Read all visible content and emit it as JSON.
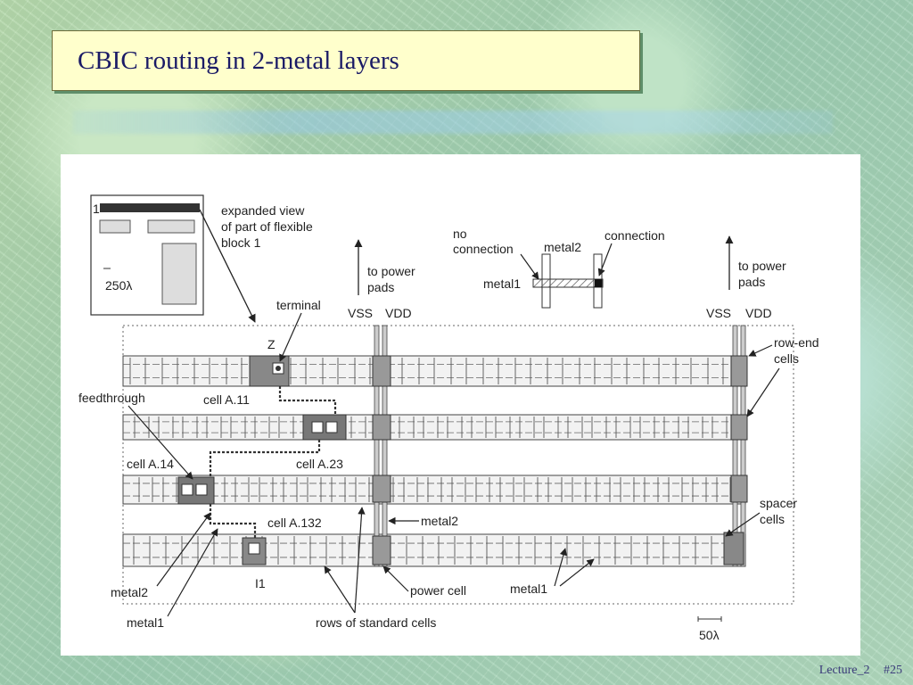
{
  "slide": {
    "title": "CBIC routing in 2-metal layers",
    "footer_lecture": "Lecture_2",
    "footer_page": "#25"
  },
  "diagram": {
    "inset": {
      "mark": "1",
      "scale": "250λ",
      "caption": [
        "expanded view",
        "of part of flexible",
        "block 1"
      ]
    },
    "legend": {
      "no_connection": [
        "no",
        "connection"
      ],
      "metal2": "metal2",
      "connection": "connection",
      "metal1": "metal1"
    },
    "power": {
      "to_power_pads": [
        "to power",
        "pads"
      ],
      "vss": "VSS",
      "vdd": "VDD"
    },
    "labels": {
      "terminal": "terminal",
      "z": "Z",
      "feedthrough": "feedthrough",
      "cell_a11": "cell A.11",
      "cell_a14": "cell A.14",
      "cell_a23": "cell A.23",
      "cell_a132": "cell A.132",
      "metal2_mid": "metal2",
      "metal2_left": "metal2",
      "metal1_left": "metal1",
      "i1": "I1",
      "power_cell": "power cell",
      "metal1_bottom": "metal1",
      "rows_of_standard_cells": "rows of standard cells",
      "row_end_cells": [
        "row-end",
        "cells"
      ],
      "spacer_cells": [
        "spacer",
        "cells"
      ],
      "scale": "50λ"
    }
  }
}
